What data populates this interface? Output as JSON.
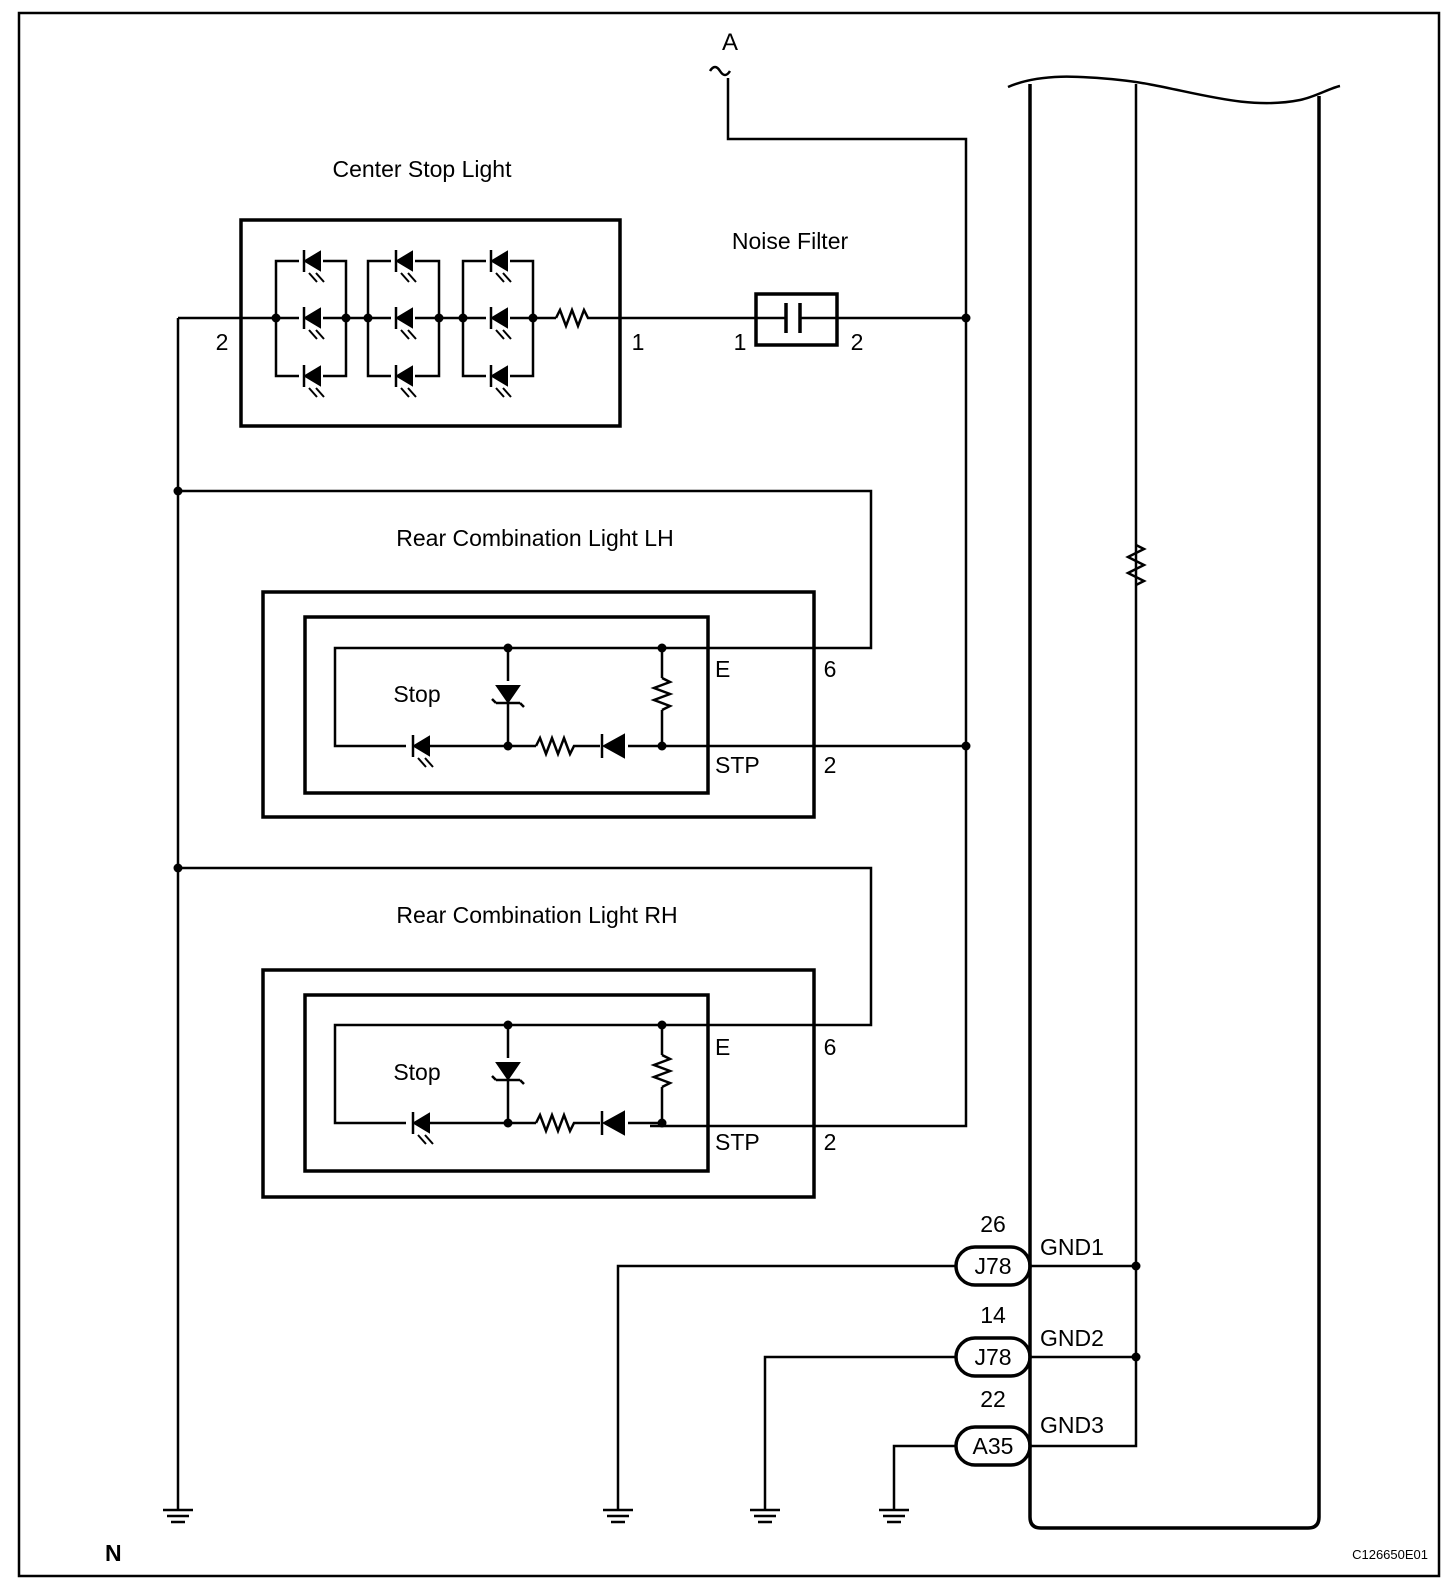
{
  "connector_ref": "A",
  "center_stop_light": {
    "title": "Center Stop Light",
    "pin_left": "2",
    "pin_right": "1"
  },
  "noise_filter": {
    "title": "Noise Filter",
    "pin_left": "1",
    "pin_right": "2"
  },
  "rear_lh": {
    "title": "Rear Combination Light LH",
    "inner_label": "Stop",
    "terminal_e": "E",
    "terminal_stp": "STP",
    "pin_e": "6",
    "pin_stp": "2"
  },
  "rear_rh": {
    "title": "Rear Combination Light RH",
    "inner_label": "Stop",
    "terminal_e": "E",
    "terminal_stp": "STP",
    "pin_e": "6",
    "pin_stp": "2"
  },
  "grounds": [
    {
      "pin": "26",
      "connector": "J78",
      "terminal": "GND1"
    },
    {
      "pin": "14",
      "connector": "J78",
      "terminal": "GND2"
    },
    {
      "pin": "22",
      "connector": "A35",
      "terminal": "GND3"
    }
  ],
  "corner_code": "N",
  "diagram_code": "C126650E01"
}
